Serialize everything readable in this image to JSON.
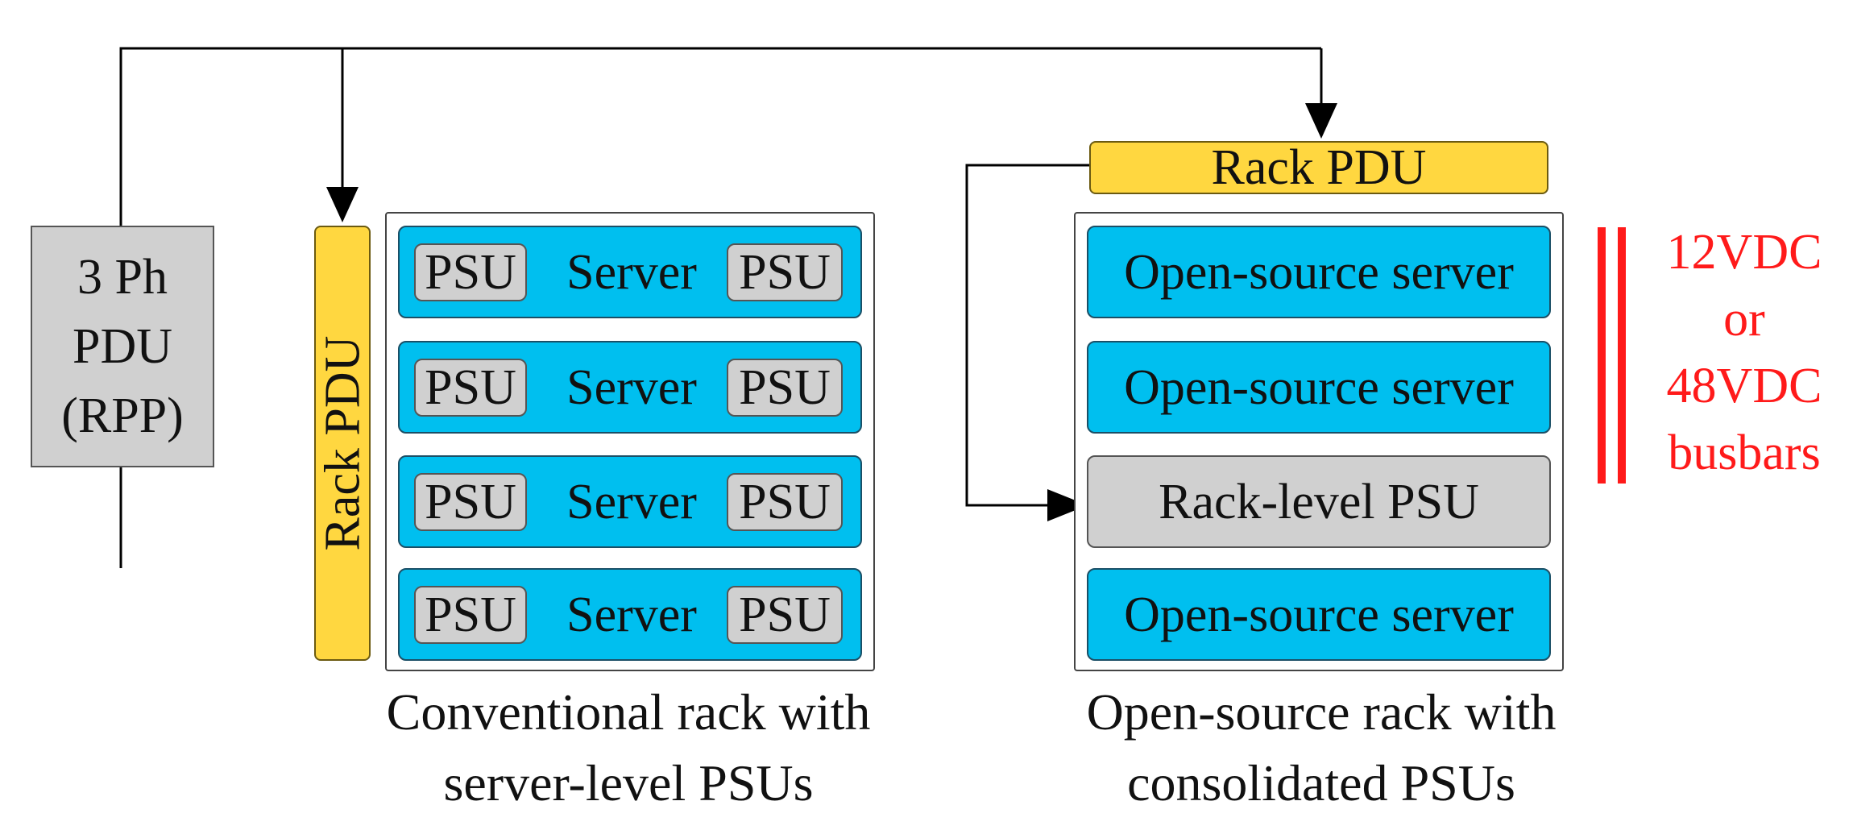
{
  "three_phase_pdu": {
    "line1": "3 Ph",
    "line2": "PDU",
    "line3": "(RPP)"
  },
  "conventional_rack": {
    "rack_pdu_label": "Rack PDU",
    "servers": [
      {
        "left_psu": "PSU",
        "label": "Server",
        "right_psu": "PSU"
      },
      {
        "left_psu": "PSU",
        "label": "Server",
        "right_psu": "PSU"
      },
      {
        "left_psu": "PSU",
        "label": "Server",
        "right_psu": "PSU"
      },
      {
        "left_psu": "PSU",
        "label": "Server",
        "right_psu": "PSU"
      }
    ],
    "caption_line1": "Conventional rack with",
    "caption_line2": "server-level PSUs"
  },
  "open_source_rack": {
    "rack_pdu_label": "Rack PDU",
    "slots": [
      {
        "label": "Open-source server",
        "kind": "server"
      },
      {
        "label": "Open-source server",
        "kind": "server"
      },
      {
        "label": "Rack-level PSU",
        "kind": "psu"
      },
      {
        "label": "Open-source server",
        "kind": "server"
      }
    ],
    "caption_line1": "Open-source rack with",
    "caption_line2": "consolidated PSUs"
  },
  "busbar_note": {
    "line1": "12VDC",
    "line2": "or",
    "line3": "48VDC",
    "line4": "busbars"
  },
  "colors": {
    "server": "#00bfef",
    "rack_pdu": "#ffd740",
    "psu": "#d0d0d0",
    "busbar": "#ff1a1a"
  }
}
